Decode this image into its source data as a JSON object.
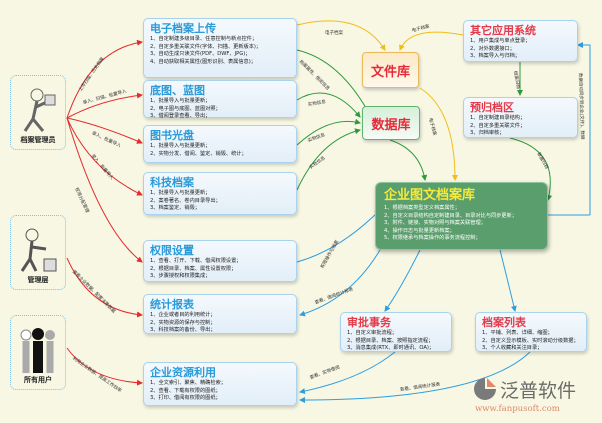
{
  "actors": [
    {
      "label": "档案管理员"
    },
    {
      "label": "管理层"
    },
    {
      "label": "所有用户"
    }
  ],
  "modules": [
    {
      "title": "电子档案上传",
      "items": [
        "1、自定制建多级目录、任意控制与新点控件；",
        "2、自定多重关联文件(字体、扫描、更新版本)；",
        "3、自动生成只读文件(PDF、DWF、JPG)；",
        "4、自动获取相关属性(图形识别、表属信息)；"
      ]
    },
    {
      "title": "底图、蓝图",
      "items": [
        "1、批量导入与批量更新；",
        "2、电子图与底图、蓝图对照；",
        "3、借阅登录查看、导出；"
      ]
    },
    {
      "title": "图书光盘",
      "items": [
        "1、批量导入与批量更新；",
        "2、实物分发、借阅、鉴定、销毁、统计；"
      ]
    },
    {
      "title": "科技档案",
      "items": [
        "1、批量导入与批量更新；",
        "2、案卷著名、卷内目录导出；",
        "3、档案鉴定、销毁；"
      ]
    },
    {
      "title": "权限设置",
      "items": [
        "1、查看、打开、下载、借阅权限设置；",
        "2、根据目录、档案、属性设置权限；",
        "3、步骤授权和权限集成；"
      ]
    },
    {
      "title": "统计报表",
      "items": [
        "1、企业或者目的利用统计；",
        "2、实物资源的保存与控制；",
        "3、科技档案的备份、导出；"
      ]
    },
    {
      "title": "企业资源利用",
      "items": [
        "1、全文索引、聚焦、精确检索；",
        "2、查看、下载有权限的图纸；",
        "3、打印、借阅有权限的图纸；"
      ]
    }
  ],
  "libraries": {
    "file": "文件库",
    "db": "数据库"
  },
  "other_system": {
    "title": "其它应用系统",
    "items": [
      "1、用户集成与单点登录；",
      "2、对外数据接口；",
      "3、档案导入与归档；"
    ]
  },
  "prearchive": {
    "title": "预归档区",
    "items": [
      "1、自定制建目录结构；",
      "2、自定多重关联文件；",
      "3、归档审核；"
    ]
  },
  "core": {
    "title": "企业图文档案库",
    "items": [
      "1、根据档案类型定义档案属性；",
      "2、自定义目录结构自定制建目录、目录对比与同步更新；",
      "3、附件、链接、实物对照与档案关联管理；",
      "4、操作日志与批量更新档案；",
      "5、权限继承与档案操作的事务流程控制；"
    ]
  },
  "approval": {
    "title": "审批事务",
    "items": [
      "1、自定义审批流程；",
      "2、根据目录、档案、按照指定流程；",
      "3、消息集成(RTX、即时通讯、OA)；"
    ]
  },
  "archive_list": {
    "title": "档案列表",
    "items": [
      "1、平铺、列表、详细、缩图；",
      "2、自定义显示模板、实时滚动分级数据；",
      "3、个人收藏和关注目录；"
    ]
  },
  "edge_labels": [
    "上传扫描、历史档案",
    "录入、扫描、批量导入",
    "录入、批量导入",
    "录入、批量导入",
    "权限分配管理",
    "查看企业数据、配置决策数据",
    "利用企业数据、提高工作效率",
    "电子档案",
    "电子档案",
    "档案属性、借阅信息",
    "实物信息",
    "实物信息",
    "实物信息",
    "电子档案",
    "档案归档",
    "数据自动同步到企业(文件)、数据",
    "数据归档",
    "权限操作与档案",
    "查看、借阅统计报表",
    "查看、实物借阅",
    "查看、借阅统计报表"
  ],
  "logo": {
    "name": "泛普软件",
    "url": "www.fanpusoft.com"
  }
}
